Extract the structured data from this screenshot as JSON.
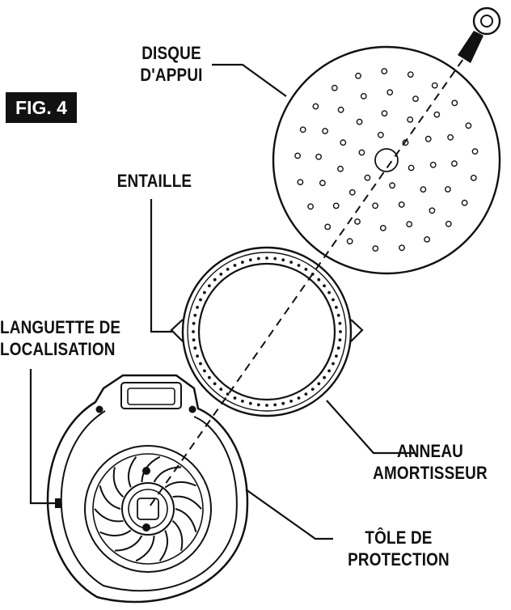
{
  "figure": {
    "label": "FIG. 4"
  },
  "callouts": {
    "backing_pad": {
      "line1": "DISQUE",
      "line2": "D'APPUI"
    },
    "notch": {
      "text": "ENTAILLE"
    },
    "locating_tab": {
      "line1": "LANGUETTE DE",
      "line2": "LOCALISATION"
    },
    "damper_ring": {
      "line1": "ANNEAU",
      "line2": "AMORTISSEUR"
    },
    "guard_plate": {
      "line1": "TÔLE DE",
      "line2": "PROTECTION"
    }
  },
  "colors": {
    "ink": "#111111",
    "background": "#ffffff",
    "badge": "#111111"
  }
}
